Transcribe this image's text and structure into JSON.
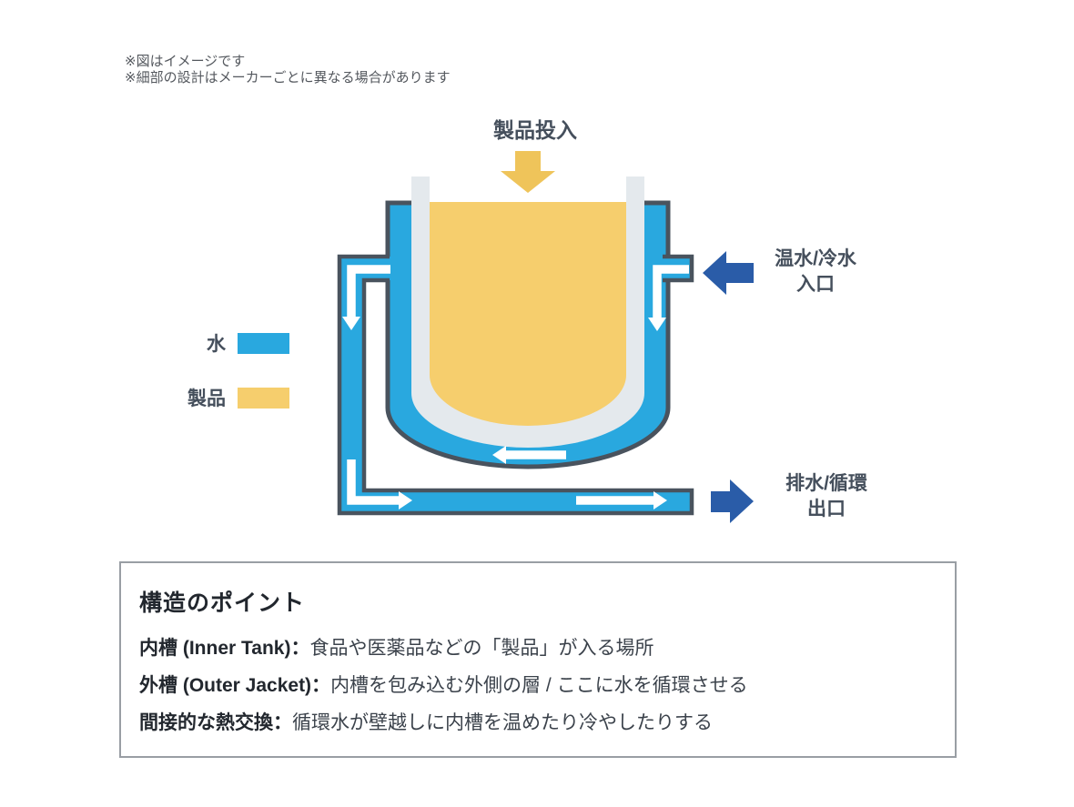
{
  "disclaimer": {
    "line1": "※図はイメージです",
    "line2": "※細部の設計はメーカーごとに異なる場合があります"
  },
  "diagram": {
    "product_in_label": "製品投入",
    "inlet_label": [
      "温水/冷水",
      "入口"
    ],
    "outlet_label": [
      "排水/循環",
      "出口"
    ],
    "legend": {
      "water": "水",
      "product": "製品"
    },
    "icons": {
      "product-in-arrow-icon": "▼",
      "inlet-arrow-icon": "◀",
      "outlet-arrow-icon": "▶",
      "flow-arrow-icon": "→"
    }
  },
  "info_box": {
    "title": "構造のポイント",
    "lines": [
      {
        "lead": "内槽 (Inner Tank)：",
        "body": "食品や医薬品などの「製品」が入る場所"
      },
      {
        "lead": "外槽 (Outer Jacket)：",
        "body": "内槽を包み込む外側の層 / ここに水を循環させる"
      },
      {
        "lead": "間接的な熱交換：",
        "body": "循環水が壁越しに内槽を温めたり冷やしたりする"
      }
    ]
  },
  "colors": {
    "water_blue": "#29A8DF",
    "product_yellow": "#F6CE6D",
    "product_arrow_yellow": "#EFC45A",
    "inner_tank_gray": "#E4E9ED",
    "outline_dark": "#49535E",
    "port_arrow_navy": "#2A5CA8",
    "label_text": "#454F5C",
    "body_text": "#3B424B",
    "title_text": "#22272E",
    "box_border": "#999EA4",
    "disclaimer_text": "#54585E"
  }
}
